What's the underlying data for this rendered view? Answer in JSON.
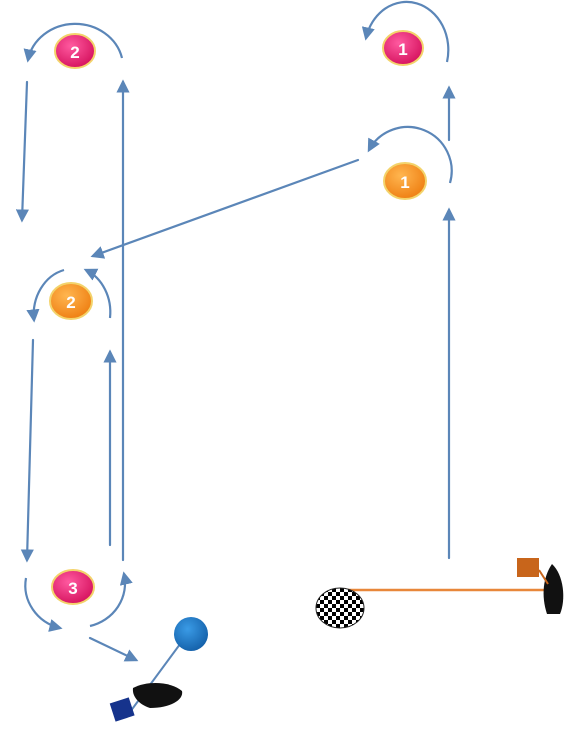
{
  "colors": {
    "course_line": "#5b86b8",
    "mark_pink": "#e8186c",
    "mark_orange": "#f7941d",
    "mark_border": "#f3d36b",
    "start_line": "#e8873a",
    "committee_flag": "#c8651b",
    "pin_buoy": "#1f7acc",
    "pin_flag": "#16338c",
    "boat_hull": "#111111",
    "finish_checker": "#000000"
  },
  "marks": [
    {
      "id": "mark-2-top",
      "label": "2",
      "color": "pink"
    },
    {
      "id": "mark-1-top",
      "label": "1",
      "color": "pink"
    },
    {
      "id": "mark-1-orange",
      "label": "1",
      "color": "orange"
    },
    {
      "id": "mark-2-orange",
      "label": "2",
      "color": "orange"
    },
    {
      "id": "mark-3",
      "label": "3",
      "color": "pink"
    }
  ],
  "icons": {
    "finish_buoy": "checkered-buoy-icon",
    "committee_boat": "committee-boat-icon",
    "pin_buoy": "pin-buoy-icon",
    "pin_boat": "pin-boat-icon",
    "orange_flag": "orange-flag-icon",
    "blue_flag": "blue-flag-icon"
  }
}
